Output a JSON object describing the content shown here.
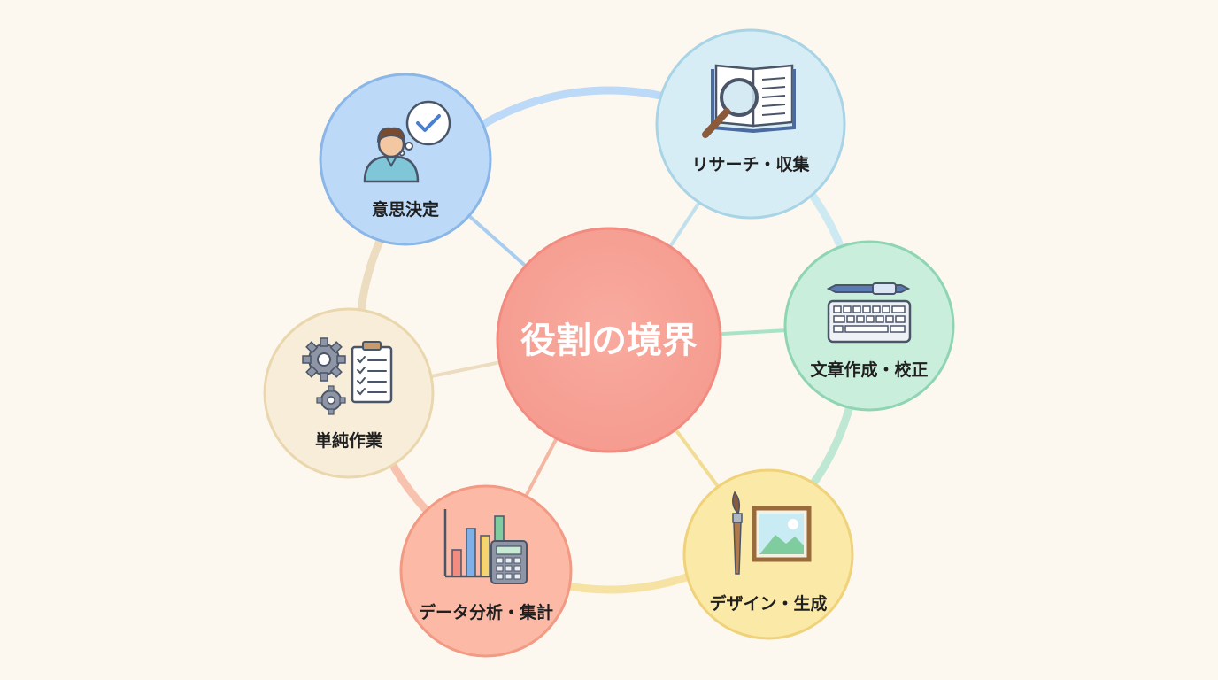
{
  "center": {
    "label": "役割の境界",
    "color": "#f7a096"
  },
  "nodes": [
    {
      "id": "decision",
      "label": "意思決定",
      "icon": "person-thinking-check-icon",
      "fill": "#bcd9f7",
      "stroke": "#8ab6e8"
    },
    {
      "id": "research",
      "label": "リサーチ・収集",
      "icon": "book-magnifier-icon",
      "fill": "#d7edf5",
      "stroke": "#a9d4e6"
    },
    {
      "id": "writing",
      "label": "文章作成・校正",
      "icon": "pen-keyboard-icon",
      "fill": "#c9efdc",
      "stroke": "#8fd5b3"
    },
    {
      "id": "design",
      "label": "デザイン・生成",
      "icon": "brush-picture-icon",
      "fill": "#fbe9a8",
      "stroke": "#efd27a"
    },
    {
      "id": "data",
      "label": "データ分析・集計",
      "icon": "chart-calculator-icon",
      "fill": "#fbb9a6",
      "stroke": "#f29a84"
    },
    {
      "id": "routine",
      "label": "単純作業",
      "icon": "gears-checklist-icon",
      "fill": "#f7edd8",
      "stroke": "#ead7ae"
    }
  ],
  "ring": {
    "colors": [
      "#bcd9f7",
      "#cde9f2",
      "#bfe8d4",
      "#f6e3a3",
      "#f8c3ae",
      "#ecdcc0"
    ]
  },
  "spokes": {
    "colors": [
      "#a9cdef",
      "#bfe0ec",
      "#a8e3c8",
      "#f2dc93",
      "#f4b7a2",
      "#ecdcc0"
    ]
  }
}
